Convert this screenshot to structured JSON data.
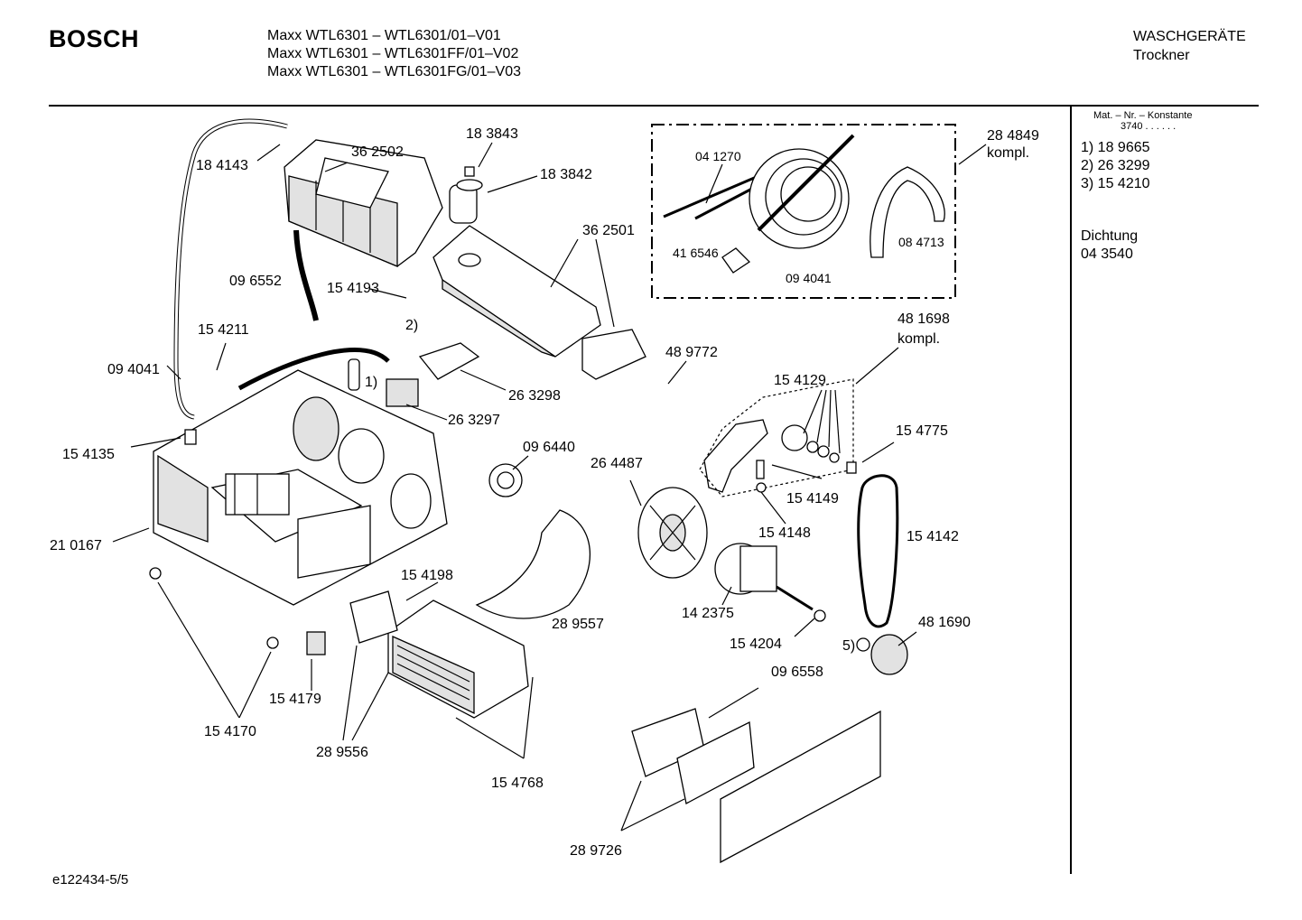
{
  "header": {
    "brand": "BOSCH",
    "models": [
      "Maxx WTL6301 – WTL6301/01–V01",
      "Maxx WTL6301 – WTL6301FF/01–V02",
      "Maxx WTL6301 – WTL6301FG/01–V03"
    ],
    "category": "WASCHGERÄTE",
    "subcategory": "Trockner"
  },
  "sidebar": {
    "mat_label": "Mat. – Nr. – Konstante",
    "mat_value": "3740 . . . . . .",
    "items": [
      "1) 18 9665",
      "2) 26 3299",
      "3) 15 4210"
    ],
    "seal_label": "Dichtung",
    "seal_number": "04 3540"
  },
  "footer": {
    "doc_id": "e122434-5/5"
  },
  "parts": {
    "p184143": "18 4143",
    "p362502": "36 2502",
    "p183843": "18 3843",
    "p183842": "18 3842",
    "p284849": "28 4849",
    "kompl1": "kompl.",
    "p041270": "04 1270",
    "p416546": "41 6546",
    "p094041a": "09 4041",
    "p084713": "08 4713",
    "p362501": "36 2501",
    "p096552": "09 6552",
    "p154193": "15 4193",
    "note2": "2)",
    "p154211": "15 4211",
    "p094041b": "09 4041",
    "note1": "1)",
    "p263298": "26 3298",
    "p263297": "26 3297",
    "p481698": "48 1698",
    "kompl2": "kompl.",
    "p489772": "48 9772",
    "p154129": "15 4129",
    "p154775": "15 4775",
    "p154135": "15 4135",
    "p096440": "09 6440",
    "p264487": "26 4487",
    "p154149": "15 4149",
    "p154148": "15 4148",
    "p154142": "15 4142",
    "p210167": "21 0167",
    "p154198": "15 4198",
    "p289557": "28 9557",
    "p142375": "14 2375",
    "p154204": "15 4204",
    "note5": "5)",
    "p481690": "48 1690",
    "p096558": "09 6558",
    "p154179": "15 4179",
    "p154170": "15 4170",
    "p289556": "28 9556",
    "p154768": "15 4768",
    "p289726": "28 9726"
  }
}
